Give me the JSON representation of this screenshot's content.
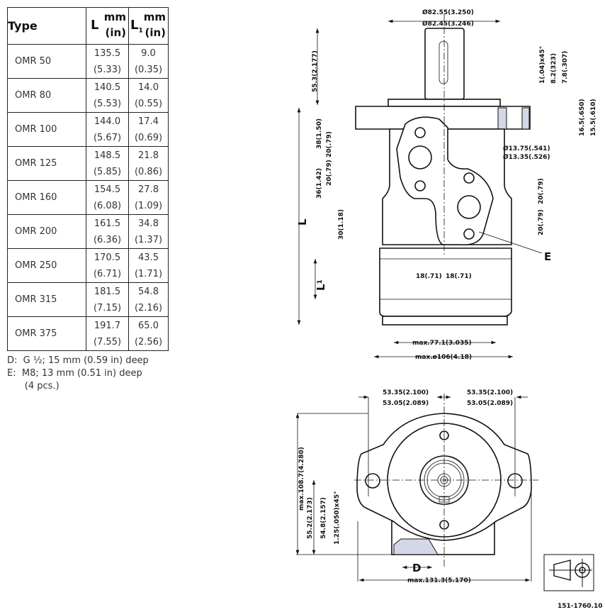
{
  "table": {
    "header": {
      "type": "Type",
      "l": "L",
      "l1_letter": "L",
      "l1_sub": "1",
      "unit_mm": "mm",
      "unit_in": "(in)"
    },
    "rows": [
      {
        "type": "OMR 50",
        "l_mm": "135.5",
        "l_in": "(5.33)",
        "l1_mm": "9.0",
        "l1_in": "(0.35)"
      },
      {
        "type": "OMR 80",
        "l_mm": "140.5",
        "l_in": "(5.53)",
        "l1_mm": "14.0",
        "l1_in": "(0.55)"
      },
      {
        "type": "OMR 100",
        "l_mm": "144.0",
        "l_in": "(5.67)",
        "l1_mm": "17.4",
        "l1_in": "(0.69)"
      },
      {
        "type": "OMR 125",
        "l_mm": "148.5",
        "l_in": "(5.85)",
        "l1_mm": "21.8",
        "l1_in": "(0.86)"
      },
      {
        "type": "OMR 160",
        "l_mm": "154.5",
        "l_in": "(6.08)",
        "l1_mm": "27.8",
        "l1_in": "(1.09)"
      },
      {
        "type": "OMR 200",
        "l_mm": "161.5",
        "l_in": "(6.36)",
        "l1_mm": "34.8",
        "l1_in": "(1.37)"
      },
      {
        "type": "OMR 250",
        "l_mm": "170.5",
        "l_in": "(6.71)",
        "l1_mm": "43.5",
        "l1_in": "(1.71)"
      },
      {
        "type": "OMR 315",
        "l_mm": "181.5",
        "l_in": "(7.15)",
        "l1_mm": "54.8",
        "l1_in": "(2.16)"
      },
      {
        "type": "OMR 375",
        "l_mm": "191.7",
        "l_in": "(7.55)",
        "l1_mm": "65.0",
        "l1_in": "(2.56)"
      }
    ]
  },
  "notes": {
    "d": "D:  G ½; 15 mm (0.59 in) deep",
    "e": "E:  M8; 13 mm (0.51 in) deep",
    "e2": "      (4 pcs.)"
  },
  "drawing_top": {
    "shaft_dia_max": "Ø82.55(3.250)",
    "shaft_dia_min": "Ø82.45(3.246)",
    "shaft_len": "55.3(2.177)",
    "chamfer": "1(.04)x45°",
    "flange_thk_a": "8.2(323)",
    "flange_thk_b": "7.8(.307)",
    "flange_h_a": "16.5(.650)",
    "flange_h_b": "15.5(.610)",
    "hole_dia_max": "Ø13.75(.541)",
    "hole_dia_min": "Ø13.35(.526)",
    "d38": "38(1.50)",
    "d20a": "20(.79)",
    "d20b": "20(.79)",
    "d36": "36(1.42)",
    "d30": "30(1.18)",
    "d20c": "20(.79)",
    "d20d": "20(.79)",
    "d18a": "18(.71)",
    "d18b": "18(.71)",
    "label_e": "E",
    "label_l": "L",
    "label_l1": "L",
    "label_l1_sub": "1",
    "max77": "max.77.1(3.035)",
    "max106": "max.ø106(4.18)"
  },
  "drawing_bottom": {
    "w_left_a": "53.35(2.100)",
    "w_left_b": "53.05(2.089)",
    "w_right_a": "53.35(2.100)",
    "w_right_b": "53.05(2.089)",
    "max_h": "max.108.7(4.280)",
    "h55": "55.2(2.173)",
    "h54": "54.8(2.157)",
    "chamfer": "1.25(.050)x45°",
    "label_d": "D",
    "max131": "max.131.3(5.170)"
  },
  "drawing_number": "151-1760.10"
}
